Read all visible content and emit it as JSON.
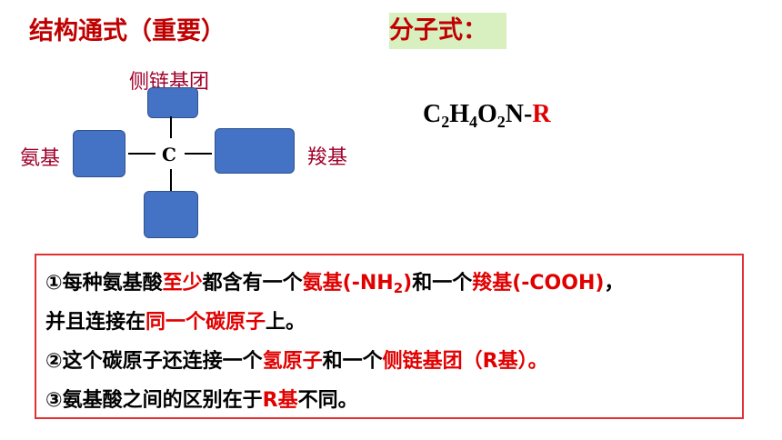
{
  "titles": {
    "structure": "结构通式（重要）",
    "formula_heading": "分子式："
  },
  "diagram": {
    "side_chain": "侧链基团",
    "amino": "氨基",
    "carboxyl": "羧基",
    "center_atom": "C"
  },
  "formula": {
    "c": "C",
    "c_n": "2",
    "h": "H",
    "h_n": "4",
    "o": "O",
    "o_n": "2",
    "n": "N-",
    "r": "R"
  },
  "notes": {
    "line1": {
      "p1": "①每种氨基酸",
      "p2": "至少",
      "p3": "都含有一个",
      "p4": "氨基(-NH",
      "p4_sub": "2",
      "p5": ")",
      "p6": "和一个",
      "p7": "羧基(-COOH)",
      "p8": "，"
    },
    "line2": {
      "p1": "并且连接在",
      "p2": "同一个碳原子",
      "p3": "上。"
    },
    "line3": {
      "p1": "②这个碳原子还连接一个",
      "p2": "氢原子",
      "p3": "和一个",
      "p4": "侧链基团（R基）。"
    },
    "line4": {
      "p1": "③氨基酸之间的区别在于",
      "p2": "R基",
      "p3": "不同。"
    }
  }
}
